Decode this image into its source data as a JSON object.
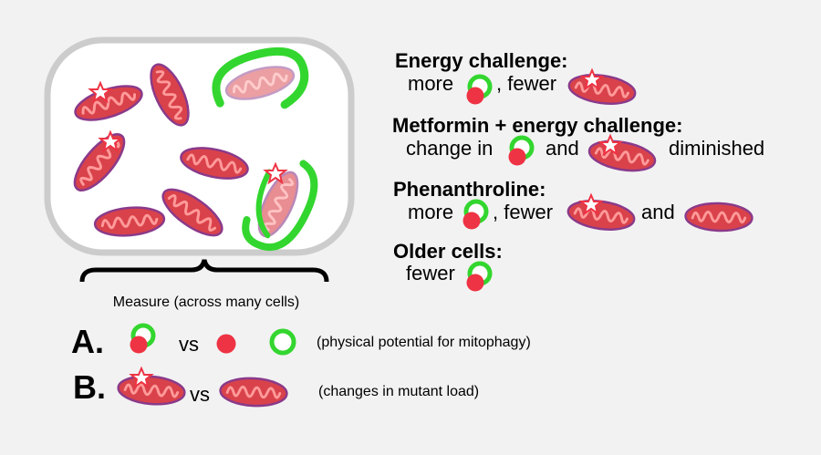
{
  "colors": {
    "background": "#f2f2f2",
    "cell_border": "#cccccc",
    "cell_fill": "#ffffff",
    "mito_fill": "#d9424a",
    "mito_edge": "#8a3a8a",
    "mito_crista": "#ff9a9a",
    "green_ring": "#33d62f",
    "red_dot": "#ee3344"
  },
  "icons": [
    "mitochondrion-icon",
    "mutant-star-icon",
    "autophagosome-icon",
    "mitophagy-dot-icon",
    "red-dot-icon",
    "green-ring-icon",
    "brace-icon"
  ],
  "measure_label": "Measure (across many cells)",
  "findings": [
    {
      "title": "Energy challenge:",
      "parts": [
        "more",
        ", fewer"
      ]
    },
    {
      "title": "Metformin + energy challenge:",
      "parts": [
        "change in",
        "and",
        "diminished"
      ]
    },
    {
      "title": "Phenanthroline:",
      "parts": [
        "more",
        ", fewer",
        "and"
      ]
    },
    {
      "title": "Older cells:",
      "parts": [
        "fewer"
      ]
    }
  ],
  "rows": [
    {
      "letter": "A.",
      "vs": "vs",
      "note": "(physical potential for mitophagy)"
    },
    {
      "letter": "B.",
      "vs": "vs",
      "note": "(changes in mutant load)"
    }
  ]
}
